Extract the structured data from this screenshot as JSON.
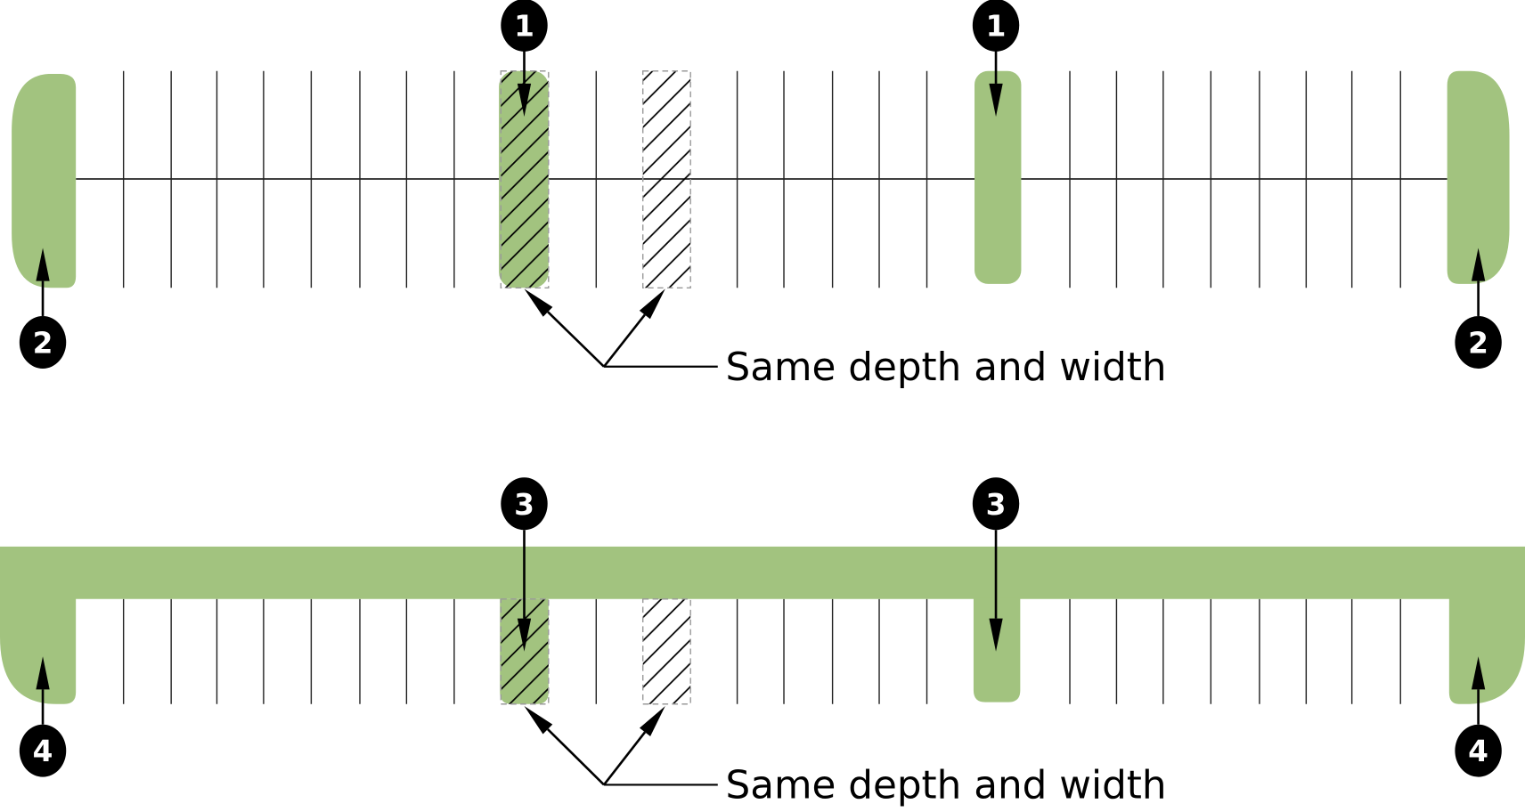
{
  "figure": {
    "colors": {
      "fill_green": "#a2c37f",
      "line": "#000000",
      "dash": "#9a9a9a",
      "background": "#ffffff",
      "badge_bg": "#000000",
      "badge_text": "#ffffff"
    },
    "top_panel": {
      "callout_label": "Same depth and width",
      "badges": {
        "center_slot": "1",
        "end_piece": "2"
      }
    },
    "bottom_panel": {
      "callout_label": "Same depth and width",
      "badges": {
        "center_slot": "3",
        "end_piece": "4"
      }
    }
  }
}
